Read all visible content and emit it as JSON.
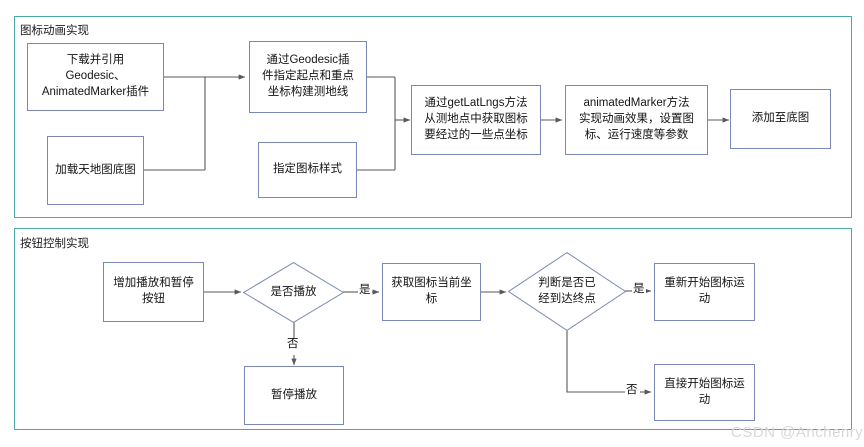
{
  "diagram": {
    "title_omitted": "",
    "accent_border": "#4aa9a4",
    "node_border": "#7b88b5",
    "line_color": "#595959",
    "watermark": "CSDN @Anchenry"
  },
  "groups": [
    {
      "id": "group-icon-animation",
      "label": "图标动画实现"
    },
    {
      "id": "group-button-control",
      "label": "按钮控制实现"
    }
  ],
  "nodes": [
    {
      "id": "download-plugins",
      "text": "下载并引用\nGeodesic、\nAnimatedMarker插件"
    },
    {
      "id": "load-tianditu",
      "text": "加载天地图底图"
    },
    {
      "id": "geodesic-line",
      "text": "通过Geodesic插\n件指定起点和重点\n坐标构建测地线"
    },
    {
      "id": "marker-style",
      "text": "指定图标样式"
    },
    {
      "id": "get-latlngs",
      "text": "通过getLatLngs方法\n从测地点中获取图标\n要经过的一些点坐标"
    },
    {
      "id": "animated-marker",
      "text": "animatedMarker方法\n实现动画效果，设置图\n标、运行速度等参数"
    },
    {
      "id": "add-to-basemap",
      "text": "添加至底图"
    },
    {
      "id": "add-play-pause",
      "text": "增加播放和暂停\n按钮"
    },
    {
      "id": "pause-playback",
      "text": "暂停播放"
    },
    {
      "id": "get-current-coord",
      "text": "获取图标当前坐\n标"
    },
    {
      "id": "restart-motion",
      "text": "重新开始图标运\n动"
    },
    {
      "id": "direct-start-motion",
      "text": "直接开始图标运\n动"
    }
  ],
  "decisions": [
    {
      "id": "is-playing",
      "text": "是否播放"
    },
    {
      "id": "reached-endpoint",
      "text": "判断是否已\n经到达终点"
    }
  ],
  "edge_labels": [
    {
      "id": "is-playing-yes",
      "text": "是"
    },
    {
      "id": "is-playing-no",
      "text": "否"
    },
    {
      "id": "reached-endpoint-yes",
      "text": "是"
    },
    {
      "id": "reached-endpoint-no",
      "text": "否"
    }
  ]
}
